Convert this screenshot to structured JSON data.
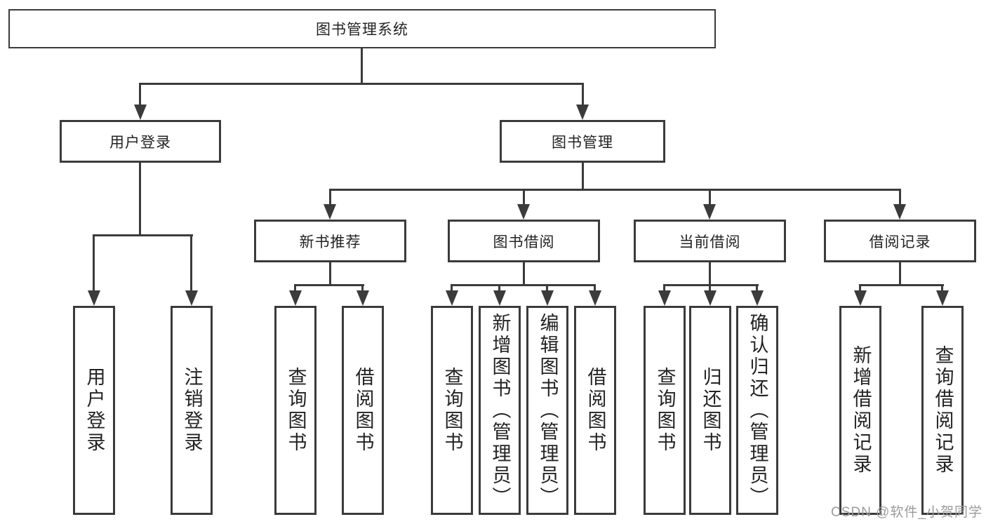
{
  "diagram": {
    "root": {
      "label": "图书管理系统"
    },
    "branches": [
      {
        "label": "用户登录",
        "children": [
          {
            "label": "用户登录"
          },
          {
            "label": "注销登录"
          }
        ]
      },
      {
        "label": "图书管理",
        "children": [
          {
            "label": "新书推荐",
            "children": [
              {
                "label": "查询图书"
              },
              {
                "label": "借阅图书"
              }
            ]
          },
          {
            "label": "图书借阅",
            "children": [
              {
                "label": "查询图书"
              },
              {
                "label": "新增图书（管理员）"
              },
              {
                "label": "编辑图书（管理员）"
              },
              {
                "label": "借阅图书"
              }
            ]
          },
          {
            "label": "当前借阅",
            "children": [
              {
                "label": "查询图书"
              },
              {
                "label": "归还图书"
              },
              {
                "label": "确认归还（管理员）"
              }
            ]
          },
          {
            "label": "借阅记录",
            "children": [
              {
                "label": "新增借阅记录"
              },
              {
                "label": "查询借阅记录"
              }
            ]
          }
        ]
      }
    ]
  },
  "watermark": {
    "text": "CSDN @软件_小贺同学"
  },
  "colors": {
    "line": "#3b3b3b",
    "text": "#232323",
    "background": "#ffffff",
    "watermark": "#9b9b9b"
  }
}
